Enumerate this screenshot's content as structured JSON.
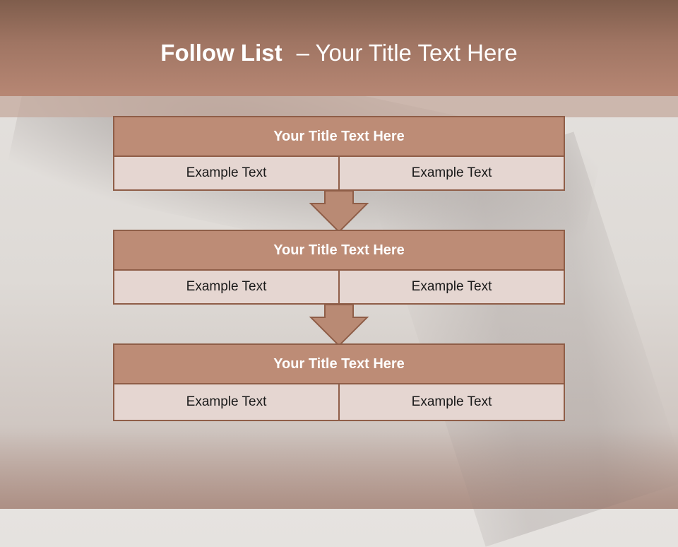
{
  "header": {
    "title_bold": "Follow List",
    "title_rest": "– Your Title Text Here"
  },
  "blocks": [
    {
      "title": "Your Title Text Here",
      "left": "Example Text",
      "right": "Example Text"
    },
    {
      "title": "Your Title Text Here",
      "left": "Example Text",
      "right": "Example Text"
    },
    {
      "title": "Your Title Text Here",
      "left": "Example Text",
      "right": "Example Text"
    }
  ],
  "colors": {
    "header": "#a07563",
    "block_title": "#bd8c76",
    "block_body": "#e5d6d1",
    "border": "#8f5e48",
    "arrow": "#b98a74"
  }
}
